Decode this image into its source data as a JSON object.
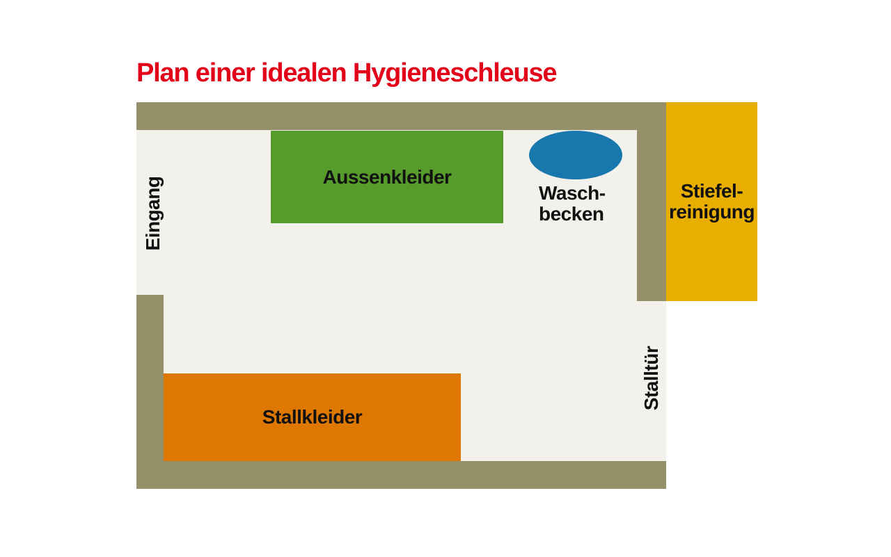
{
  "title": "Plan einer idealen Hygieneschleuse",
  "colors": {
    "title": "#e30019",
    "wall": "#95906a",
    "floor": "#f2f1ec",
    "outdoor_clothes_zone": "#569b2b",
    "stable_clothes_zone": "#de7800",
    "boot_cleaning_zone": "#e8ae00",
    "washbasin": "#1878ae",
    "label_text": "#111111"
  },
  "zones": {
    "entrance": {
      "label": "Eingang"
    },
    "outdoor_clothes": {
      "label": "Aussenkleider"
    },
    "washbasin": {
      "label_line1": "Wasch-",
      "label_line2": "becken"
    },
    "boot_cleaning": {
      "label_line1": "Stiefel-",
      "label_line2": "reinigung"
    },
    "stable_door": {
      "label": "Stalltür"
    },
    "stable_clothes": {
      "label": "Stallkleider"
    }
  }
}
